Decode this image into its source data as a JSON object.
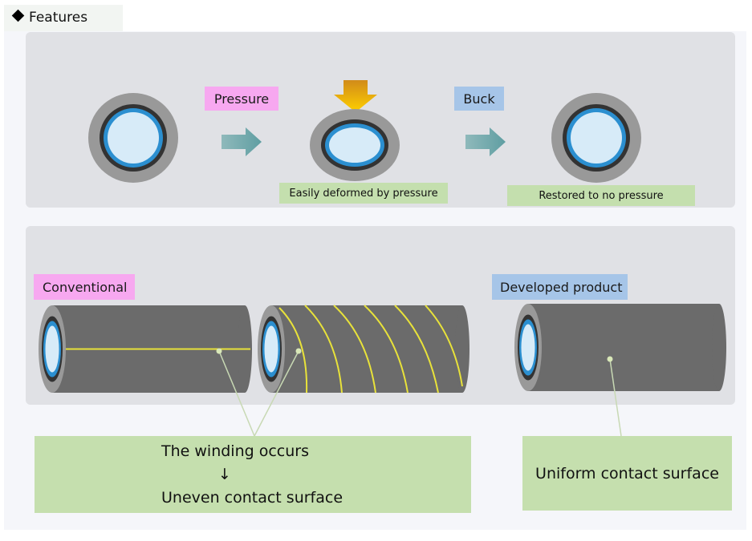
{
  "heading": "Features",
  "top": {
    "pressure_label": "Pressure",
    "buck_label": "Buck",
    "deformed_caption": "Easily deformed by pressure",
    "restored_caption": "Restored to no pressure"
  },
  "bottom": {
    "conventional_label": "Conventional",
    "developed_label": "Developed product",
    "callout_left_line1": "The winding occurs",
    "callout_left_arrow": "↓",
    "callout_left_line2": "Uneven contact surface",
    "callout_right": "Uniform contact surface"
  },
  "colors": {
    "panel": "#e0e1e5",
    "outer_sleeve": "#999999",
    "dark_layer": "#333333",
    "blue_ring": "#2b8fd0",
    "inner_core": "#d7ebf8",
    "tube_body": "#6b6b6b",
    "seam_line": "#e8e23a",
    "arrow_teal": "#7fb0b3",
    "pressure_arrow": "#f0b000",
    "pink_label": "#f7a8f0",
    "blue_label": "#a6c5e8",
    "green_caption": "#c4dfae"
  }
}
